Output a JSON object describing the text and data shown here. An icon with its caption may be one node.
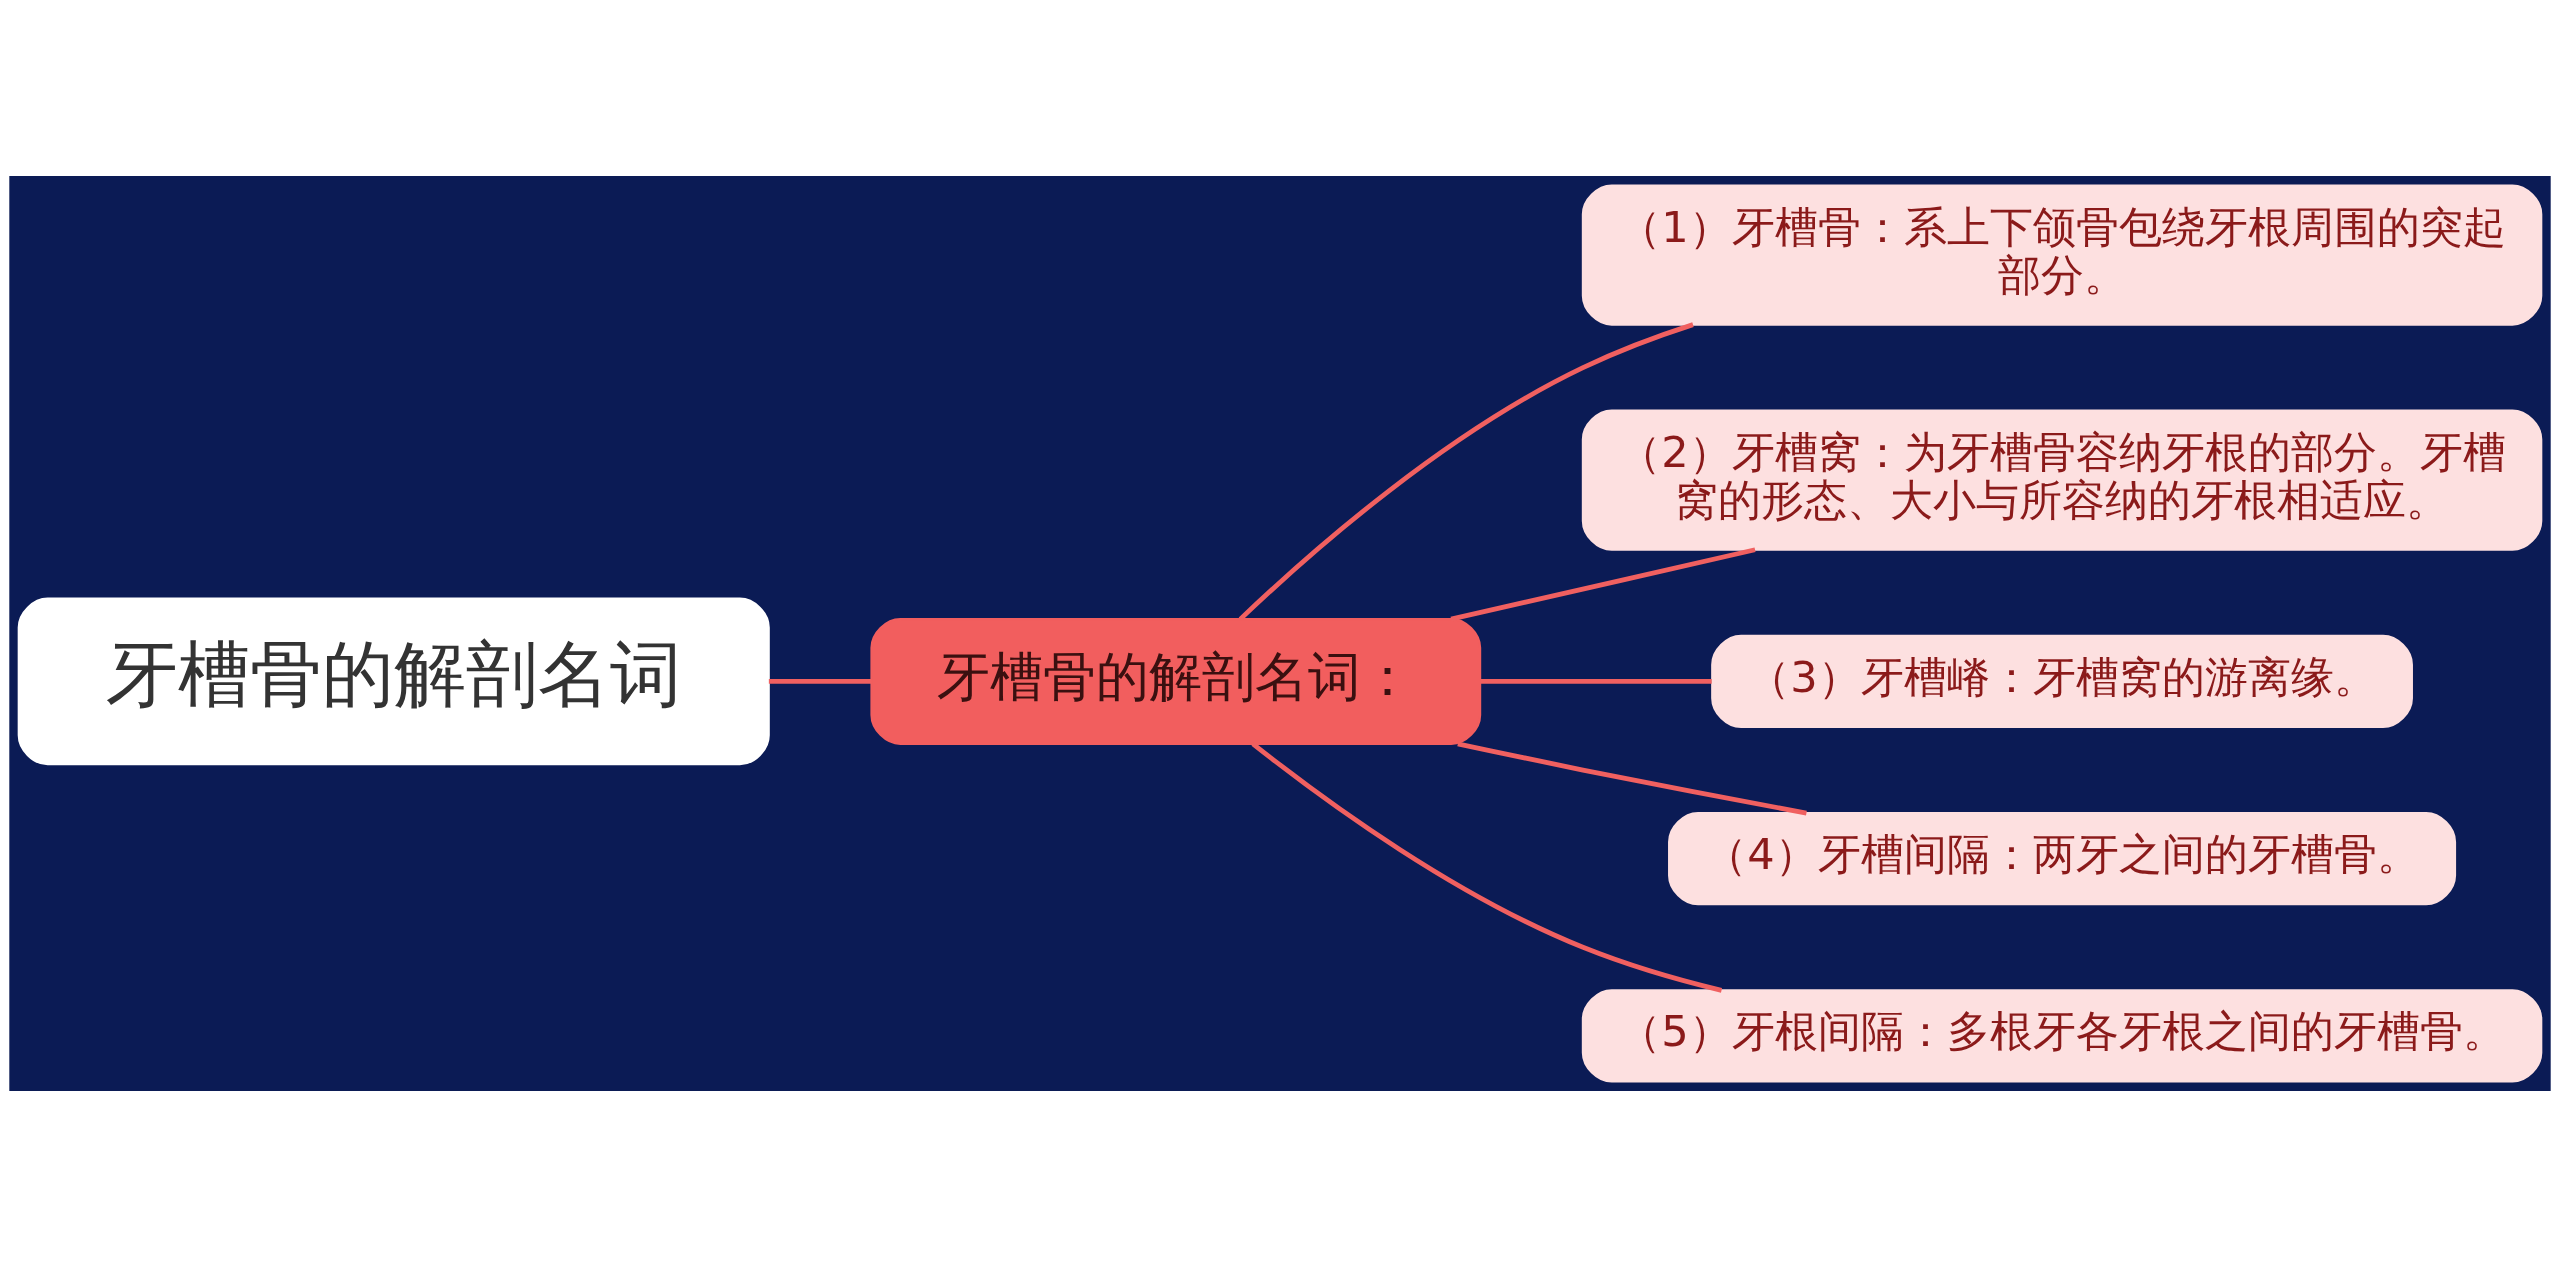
{
  "diagram": {
    "nodes": [
      {
        "text": [
          "牙槽骨的解剖名词"
        ]
      },
      {
        "text": [
          "牙槽骨的解剖名词："
        ]
      },
      {
        "text": [
          "（1）牙槽骨：系上下颌骨包绕牙根周围的突起部分。"
        ]
      },
      {
        "text": [
          "（2）牙槽窝：为牙槽骨容纳牙根的部分。牙槽窝的形态、大小与所容纳的牙根相适应。"
        ]
      },
      {
        "text": [
          "（3）牙槽嵴：牙槽窝的游离缘。"
        ]
      },
      {
        "text": [
          "（4）牙槽间隔：两牙之间的牙槽骨。"
        ]
      },
      {
        "text": [
          "（5）牙根间隔：多根牙各牙根之间的牙槽骨。"
        ]
      }
    ],
    "edges": [
      {
        "from": 0,
        "to": 1,
        "arrow": "none"
      },
      {
        "from": 1,
        "to": 2,
        "arrow": "none"
      },
      {
        "from": 1,
        "to": 3,
        "arrow": "none"
      },
      {
        "from": 1,
        "to": 4,
        "arrow": "none"
      },
      {
        "from": 1,
        "to": 5,
        "arrow": "none"
      },
      {
        "from": 1,
        "to": 6,
        "arrow": "none"
      }
    ]
  }
}
